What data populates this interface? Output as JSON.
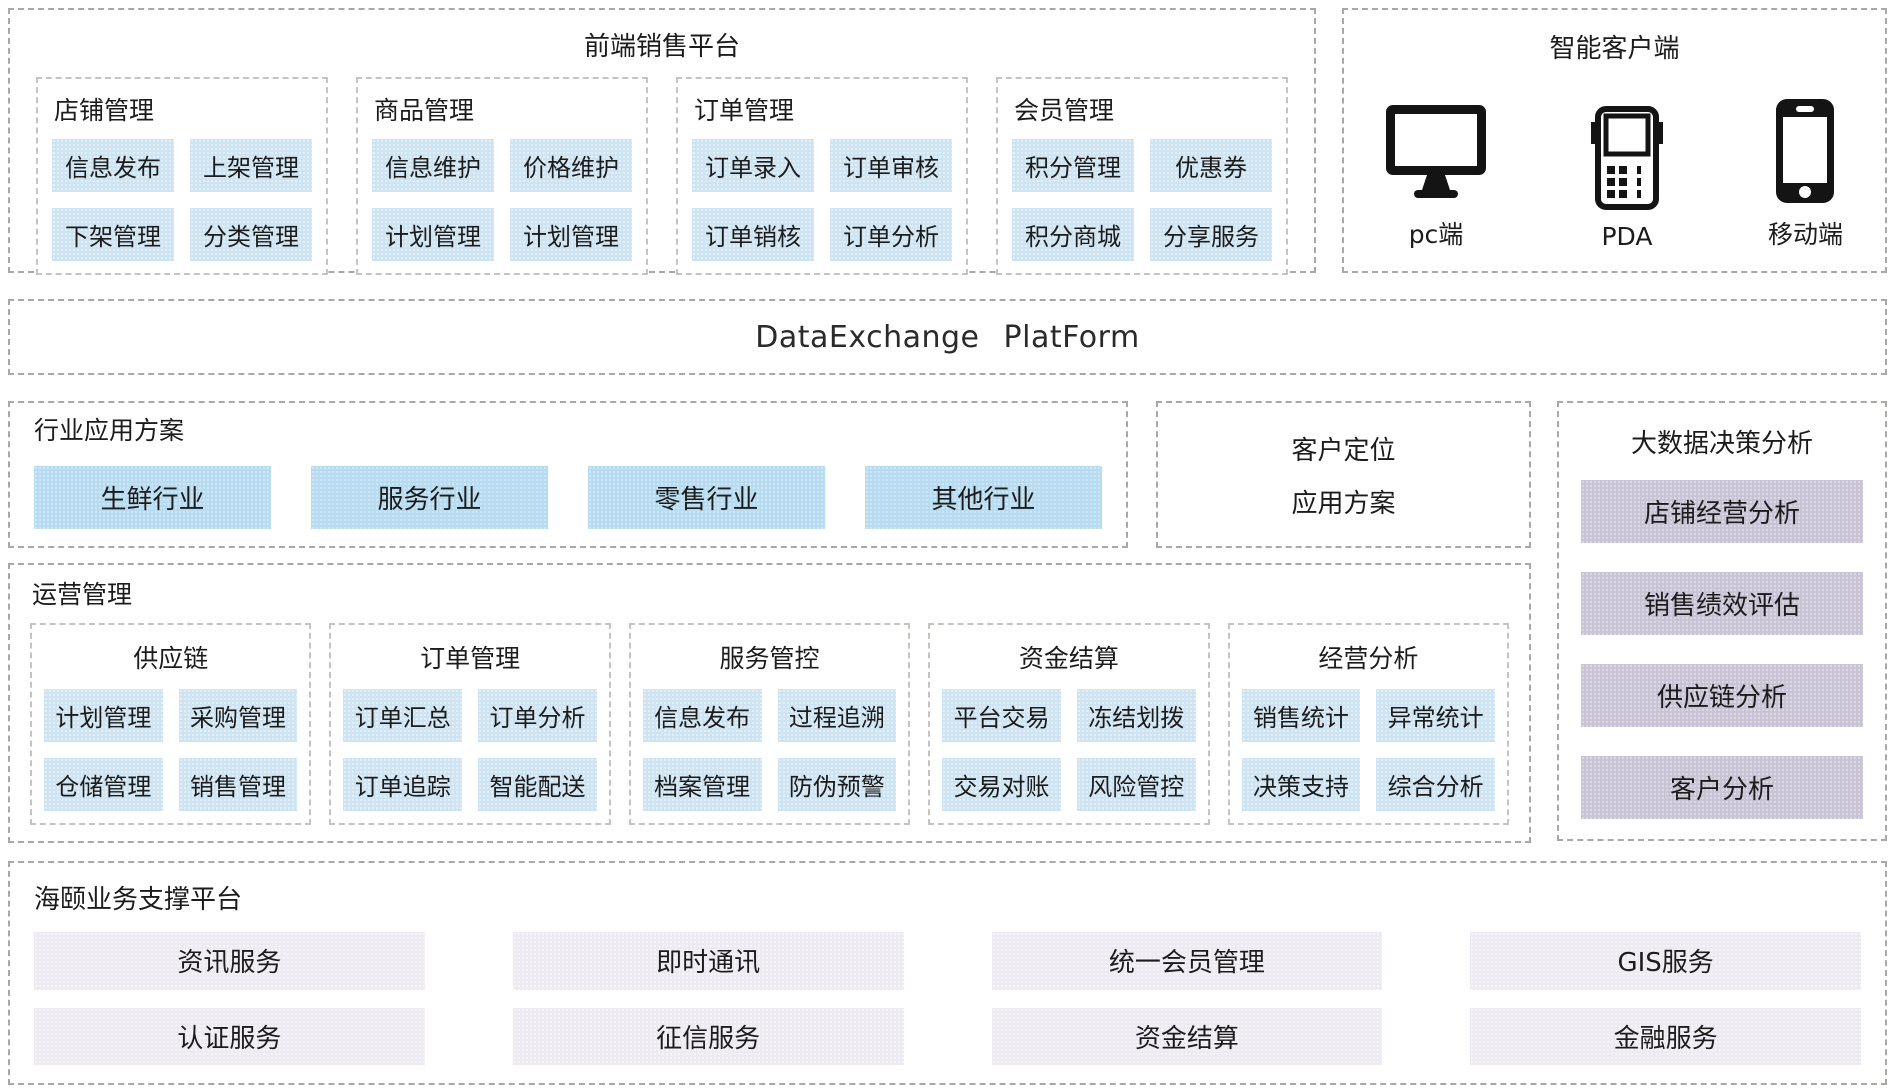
{
  "frontend": {
    "title": "前端销售平台",
    "groups": [
      {
        "title": "店铺管理",
        "items": [
          "信息发布",
          "上架管理",
          "下架管理",
          "分类管理"
        ]
      },
      {
        "title": "商品管理",
        "items": [
          "信息维护",
          "价格维护",
          "计划管理",
          "计划管理"
        ]
      },
      {
        "title": "订单管理",
        "items": [
          "订单录入",
          "订单审核",
          "订单销核",
          "订单分析"
        ]
      },
      {
        "title": "会员管理",
        "items": [
          "积分管理",
          "优惠券",
          "积分商城",
          "分享服务"
        ]
      }
    ]
  },
  "clients": {
    "title": "智能客户端",
    "devices": [
      {
        "label": "pc端",
        "icon": "desktop-icon"
      },
      {
        "label": "PDA",
        "icon": "pda-icon"
      },
      {
        "label": "移动端",
        "icon": "mobile-icon"
      }
    ]
  },
  "exchange": {
    "title": "DataExchange PlatForm"
  },
  "industry": {
    "title": "行业应用方案",
    "items": [
      "生鲜行业",
      "服务行业",
      "零售行业",
      "其他行业"
    ]
  },
  "customer_positioning": {
    "line1": "客户定位",
    "line2": "应用方案"
  },
  "bigdata": {
    "title": "大数据决策分析",
    "items": [
      "店铺经营分析",
      "销售绩效评估",
      "供应链分析",
      "客户分析"
    ]
  },
  "operations": {
    "title": "运营管理",
    "groups": [
      {
        "title": "供应链",
        "items": [
          "计划管理",
          "采购管理",
          "仓储管理",
          "销售管理"
        ]
      },
      {
        "title": "订单管理",
        "items": [
          "订单汇总",
          "订单分析",
          "订单追踪",
          "智能配送"
        ]
      },
      {
        "title": "服务管控",
        "items": [
          "信息发布",
          "过程追溯",
          "档案管理",
          "防伪预警"
        ]
      },
      {
        "title": "资金结算",
        "items": [
          "平台交易",
          "冻结划拨",
          "交易对账",
          "风险管控"
        ]
      },
      {
        "title": "经营分析",
        "items": [
          "销售统计",
          "异常统计",
          "决策支持",
          "综合分析"
        ]
      }
    ]
  },
  "support": {
    "title": "海颐业务支撑平台",
    "items": [
      "资讯服务",
      "即时通讯",
      "统一会员管理",
      "GIS服务",
      "认证服务",
      "征信服务",
      "资金结算",
      "金融服务"
    ]
  },
  "colors": {
    "chip_blue": "#cfe4f2",
    "chip_blue_strong": "#b7dbf0",
    "chip_lavender": "#c8c3d5",
    "chip_lavender_light": "#edeaf1",
    "dashed_border": "#aaa8a4",
    "text": "#1c1c1c"
  }
}
